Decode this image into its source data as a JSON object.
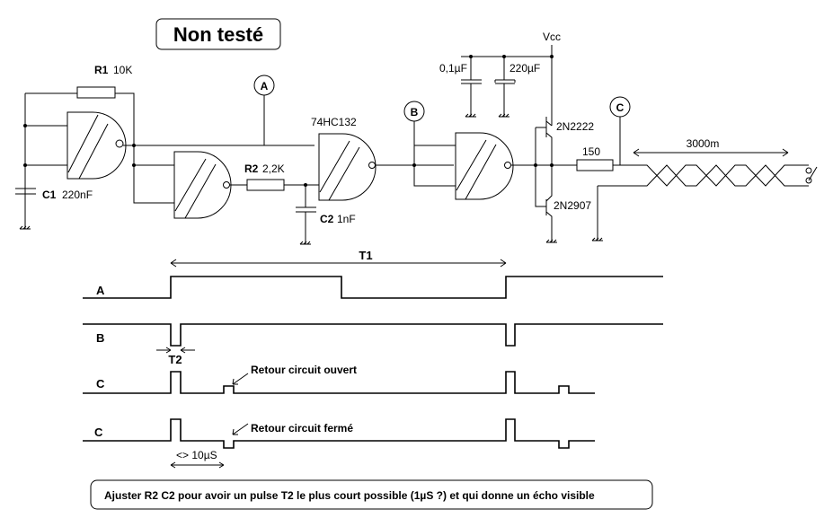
{
  "title_badge": "Non testé",
  "components": {
    "r1": {
      "ref": "R1",
      "value": "10K"
    },
    "c1": {
      "ref": "C1",
      "value": "220nF"
    },
    "r2": {
      "ref": "R2",
      "value": "2,2K"
    },
    "c2": {
      "ref": "C2",
      "value": "1nF"
    },
    "ic": "74HC132",
    "cap_small": "0,1µF",
    "cap_large": "220µF",
    "vcc": "Vcc",
    "q1": "2N2222",
    "q2": "2N2907",
    "r_out": "150",
    "cable_length": "3000m"
  },
  "probes": {
    "a": "A",
    "b": "B",
    "c": "C"
  },
  "timing": {
    "t1_label": "T1",
    "t2_label": "T2",
    "rows": [
      {
        "label": "A"
      },
      {
        "label": "B"
      },
      {
        "label": "C",
        "annotation": "Retour circuit ouvert"
      },
      {
        "label": "C",
        "annotation": "Retour circuit fermé"
      }
    ],
    "delay_label": "<> 10µS"
  },
  "footer_note": "Ajuster R2 C2 pour avoir un pulse T2 le plus court possible (1µS ?) et qui donne un écho visible"
}
